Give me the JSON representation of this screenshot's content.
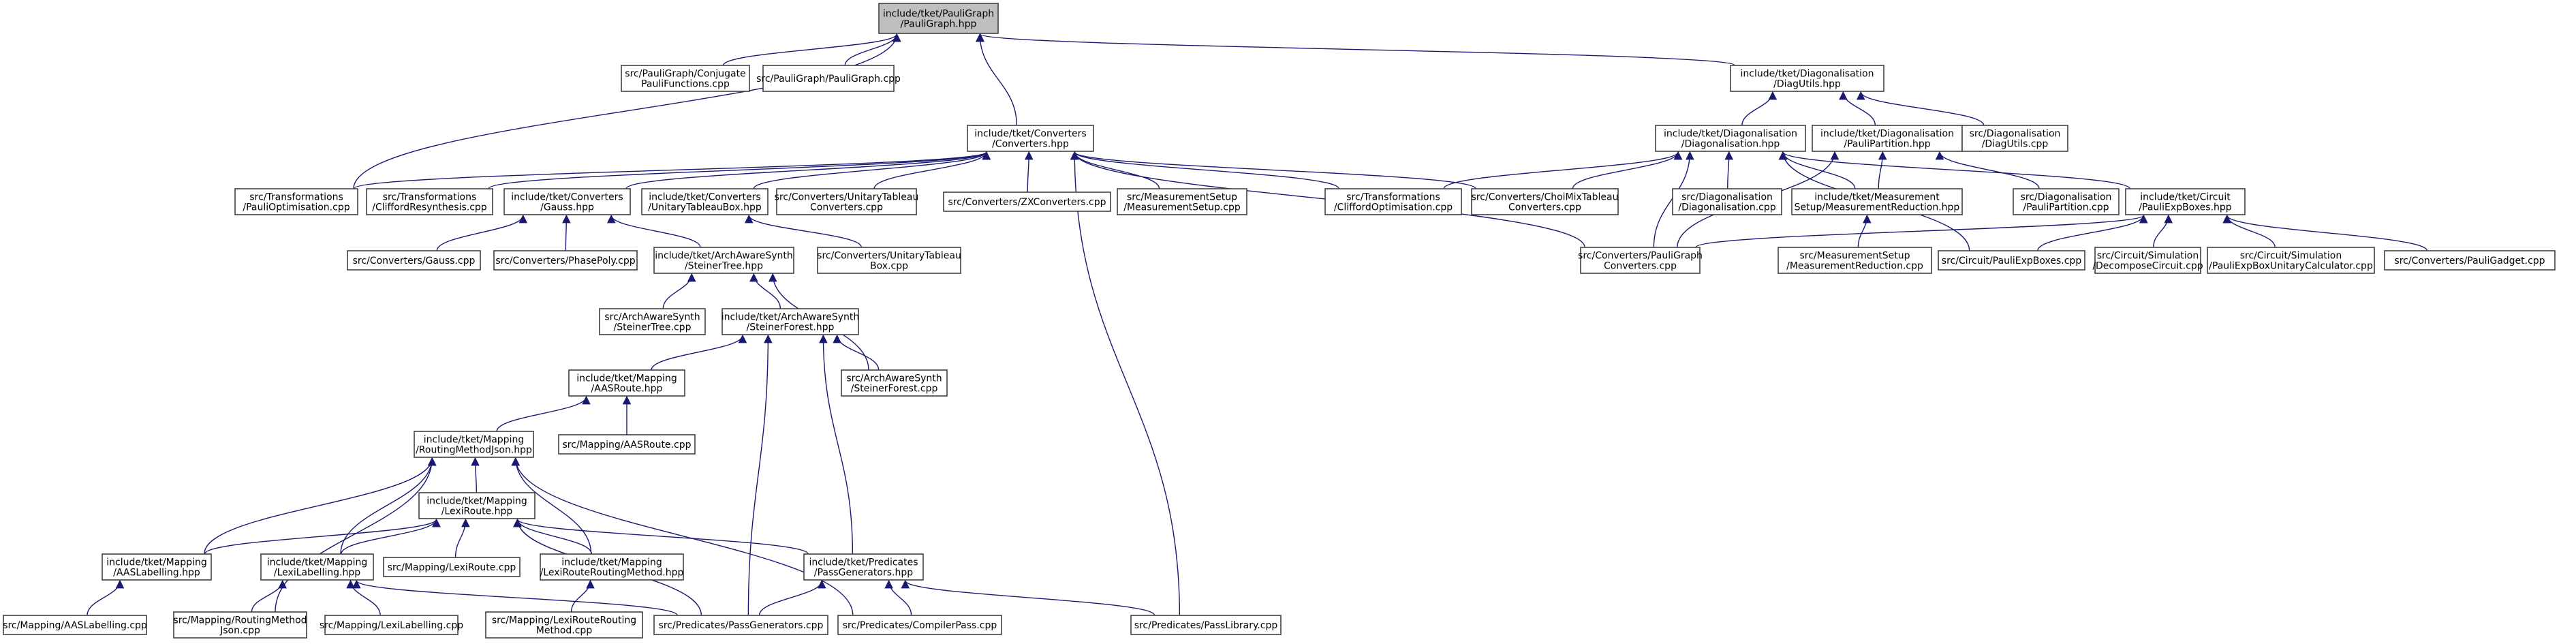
{
  "colors": {
    "edge": "#191970",
    "node_border": "#404040",
    "root_fill": "#bfbfbf",
    "node_fill": "#ffffff"
  },
  "nodes": [
    {
      "id": "n0",
      "lines": [
        "include/tket/PauliGraph",
        "/PauliGraph.hpp"
      ],
      "root": true
    },
    {
      "id": "n1",
      "lines": [
        "src/PauliGraph/Conjugate",
        "PauliFunctions.cpp"
      ]
    },
    {
      "id": "n2",
      "lines": [
        "src/PauliGraph/PauliGraph.cpp"
      ]
    },
    {
      "id": "n3",
      "lines": [
        "include/tket/Diagonalisation",
        "/DiagUtils.hpp"
      ]
    },
    {
      "id": "n4",
      "lines": [
        "include/tket/Converters",
        "/Converters.hpp"
      ]
    },
    {
      "id": "n5",
      "lines": [
        "src/Transformations",
        "/PauliOptimisation.cpp"
      ]
    },
    {
      "id": "n6",
      "lines": [
        "src/Transformations",
        "/CliffordResynthesis.cpp"
      ]
    },
    {
      "id": "n7",
      "lines": [
        "include/tket/Converters",
        "/Gauss.hpp"
      ]
    },
    {
      "id": "n8",
      "lines": [
        "include/tket/Converters",
        "/UnitaryTableauBox.hpp"
      ]
    },
    {
      "id": "n9",
      "lines": [
        "src/Converters/UnitaryTableau",
        "Converters.cpp"
      ]
    },
    {
      "id": "n10",
      "lines": [
        "src/Converters/ZXConverters.cpp"
      ]
    },
    {
      "id": "n11",
      "lines": [
        "src/MeasurementSetup",
        "/MeasurementSetup.cpp"
      ]
    },
    {
      "id": "n12",
      "lines": [
        "src/Transformations",
        "/CliffordOptimisation.cpp"
      ]
    },
    {
      "id": "n13",
      "lines": [
        "src/Converters/ChoiMixTableau",
        "Converters.cpp"
      ]
    },
    {
      "id": "n14",
      "lines": [
        "include/tket/Diagonalisation",
        "/Diagonalisation.hpp"
      ]
    },
    {
      "id": "n15",
      "lines": [
        "include/tket/Diagonalisation",
        "/PauliPartition.hpp"
      ]
    },
    {
      "id": "n16",
      "lines": [
        "src/Diagonalisation",
        "/DiagUtils.cpp"
      ]
    },
    {
      "id": "n17",
      "lines": [
        "src/Diagonalisation",
        "/Diagonalisation.cpp"
      ]
    },
    {
      "id": "n18",
      "lines": [
        "include/tket/Measurement",
        "Setup/MeasurementReduction.hpp"
      ]
    },
    {
      "id": "n19",
      "lines": [
        "src/Diagonalisation",
        "/PauliPartition.cpp"
      ]
    },
    {
      "id": "n20",
      "lines": [
        "include/tket/Circuit",
        "/PauliExpBoxes.hpp"
      ]
    },
    {
      "id": "n21",
      "lines": [
        "src/Converters/Gauss.cpp"
      ]
    },
    {
      "id": "n22",
      "lines": [
        "src/Converters/PhasePoly.cpp"
      ]
    },
    {
      "id": "n23",
      "lines": [
        "include/tket/ArchAwareSynth",
        "/SteinerTree.hpp"
      ]
    },
    {
      "id": "n24",
      "lines": [
        "src/Converters/UnitaryTableau",
        "Box.cpp"
      ]
    },
    {
      "id": "n25",
      "lines": [
        "src/Converters/PauliGraph",
        "Converters.cpp"
      ]
    },
    {
      "id": "n26",
      "lines": [
        "src/MeasurementSetup",
        "/MeasurementReduction.cpp"
      ]
    },
    {
      "id": "n27",
      "lines": [
        "src/Circuit/PauliExpBoxes.cpp"
      ]
    },
    {
      "id": "n28",
      "lines": [
        "src/Circuit/Simulation",
        "/DecomposeCircuit.cpp"
      ]
    },
    {
      "id": "n29",
      "lines": [
        "src/Circuit/Simulation",
        "/PauliExpBoxUnitaryCalculator.cpp"
      ]
    },
    {
      "id": "n30",
      "lines": [
        "src/Converters/PauliGadget.cpp"
      ]
    },
    {
      "id": "n31",
      "lines": [
        "src/ArchAwareSynth",
        "/SteinerTree.cpp"
      ]
    },
    {
      "id": "n32",
      "lines": [
        "include/tket/ArchAwareSynth",
        "/SteinerForest.hpp"
      ]
    },
    {
      "id": "n33",
      "lines": [
        "include/tket/Mapping",
        "/AASRoute.hpp"
      ]
    },
    {
      "id": "n34",
      "lines": [
        "src/ArchAwareSynth",
        "/SteinerForest.cpp"
      ]
    },
    {
      "id": "n35",
      "lines": [
        "include/tket/Mapping",
        "/RoutingMethodJson.hpp"
      ]
    },
    {
      "id": "n36",
      "lines": [
        "src/Mapping/AASRoute.cpp"
      ]
    },
    {
      "id": "n37",
      "lines": [
        "include/tket/Mapping",
        "/LexiRoute.hpp"
      ]
    },
    {
      "id": "n38",
      "lines": [
        "include/tket/Mapping",
        "/AASLabelling.hpp"
      ]
    },
    {
      "id": "n39",
      "lines": [
        "include/tket/Mapping",
        "/LexiLabelling.hpp"
      ]
    },
    {
      "id": "n40",
      "lines": [
        "src/Mapping/LexiRoute.cpp"
      ]
    },
    {
      "id": "n41",
      "lines": [
        "include/tket/Mapping",
        "/LexiRouteRoutingMethod.hpp"
      ]
    },
    {
      "id": "n42",
      "lines": [
        "include/tket/Predicates",
        "/PassGenerators.hpp"
      ]
    },
    {
      "id": "n43",
      "lines": [
        "src/Mapping/AASLabelling.cpp"
      ]
    },
    {
      "id": "n44",
      "lines": [
        "src/Mapping/RoutingMethod",
        "Json.cpp"
      ]
    },
    {
      "id": "n45",
      "lines": [
        "src/Mapping/LexiLabelling.cpp"
      ]
    },
    {
      "id": "n46",
      "lines": [
        "src/Mapping/LexiRouteRouting",
        "Method.cpp"
      ]
    },
    {
      "id": "n47",
      "lines": [
        "src/Predicates/PassGenerators.cpp"
      ]
    },
    {
      "id": "n48",
      "lines": [
        "src/Predicates/CompilerPass.cpp"
      ]
    },
    {
      "id": "n49",
      "lines": [
        "src/Predicates/PassLibrary.cpp"
      ]
    }
  ],
  "edges": [
    [
      "n0",
      "n1"
    ],
    [
      "n0",
      "n2"
    ],
    [
      "n0",
      "n3"
    ],
    [
      "n0",
      "n4"
    ],
    [
      "n0",
      "n5"
    ],
    [
      "n3",
      "n14"
    ],
    [
      "n3",
      "n15"
    ],
    [
      "n3",
      "n16"
    ],
    [
      "n4",
      "n5"
    ],
    [
      "n4",
      "n6"
    ],
    [
      "n4",
      "n7"
    ],
    [
      "n4",
      "n8"
    ],
    [
      "n4",
      "n9"
    ],
    [
      "n4",
      "n10"
    ],
    [
      "n4",
      "n11"
    ],
    [
      "n4",
      "n12"
    ],
    [
      "n4",
      "n13"
    ],
    [
      "n4",
      "n25"
    ],
    [
      "n4",
      "n49"
    ],
    [
      "n14",
      "n13"
    ],
    [
      "n14",
      "n17"
    ],
    [
      "n14",
      "n18"
    ],
    [
      "n14",
      "n12"
    ],
    [
      "n14",
      "n25"
    ],
    [
      "n14",
      "n27"
    ],
    [
      "n14",
      "n20"
    ],
    [
      "n15",
      "n18"
    ],
    [
      "n15",
      "n19"
    ],
    [
      "n15",
      "n25"
    ],
    [
      "n18",
      "n26"
    ],
    [
      "n20",
      "n25"
    ],
    [
      "n20",
      "n27"
    ],
    [
      "n20",
      "n28"
    ],
    [
      "n20",
      "n29"
    ],
    [
      "n20",
      "n30"
    ],
    [
      "n7",
      "n21"
    ],
    [
      "n7",
      "n22"
    ],
    [
      "n7",
      "n23"
    ],
    [
      "n8",
      "n24"
    ],
    [
      "n23",
      "n31"
    ],
    [
      "n23",
      "n32"
    ],
    [
      "n23",
      "n34"
    ],
    [
      "n32",
      "n33"
    ],
    [
      "n32",
      "n34"
    ],
    [
      "n32",
      "n42"
    ],
    [
      "n32",
      "n47"
    ],
    [
      "n33",
      "n35"
    ],
    [
      "n33",
      "n36"
    ],
    [
      "n35",
      "n37"
    ],
    [
      "n35",
      "n38"
    ],
    [
      "n35",
      "n39"
    ],
    [
      "n35",
      "n41"
    ],
    [
      "n35",
      "n44"
    ],
    [
      "n35",
      "n48"
    ],
    [
      "n37",
      "n38"
    ],
    [
      "n37",
      "n39"
    ],
    [
      "n37",
      "n40"
    ],
    [
      "n37",
      "n41"
    ],
    [
      "n37",
      "n42"
    ],
    [
      "n37",
      "n47"
    ],
    [
      "n38",
      "n43"
    ],
    [
      "n39",
      "n44"
    ],
    [
      "n39",
      "n45"
    ],
    [
      "n39",
      "n47"
    ],
    [
      "n41",
      "n46"
    ],
    [
      "n42",
      "n47"
    ],
    [
      "n42",
      "n48"
    ],
    [
      "n42",
      "n49"
    ]
  ]
}
